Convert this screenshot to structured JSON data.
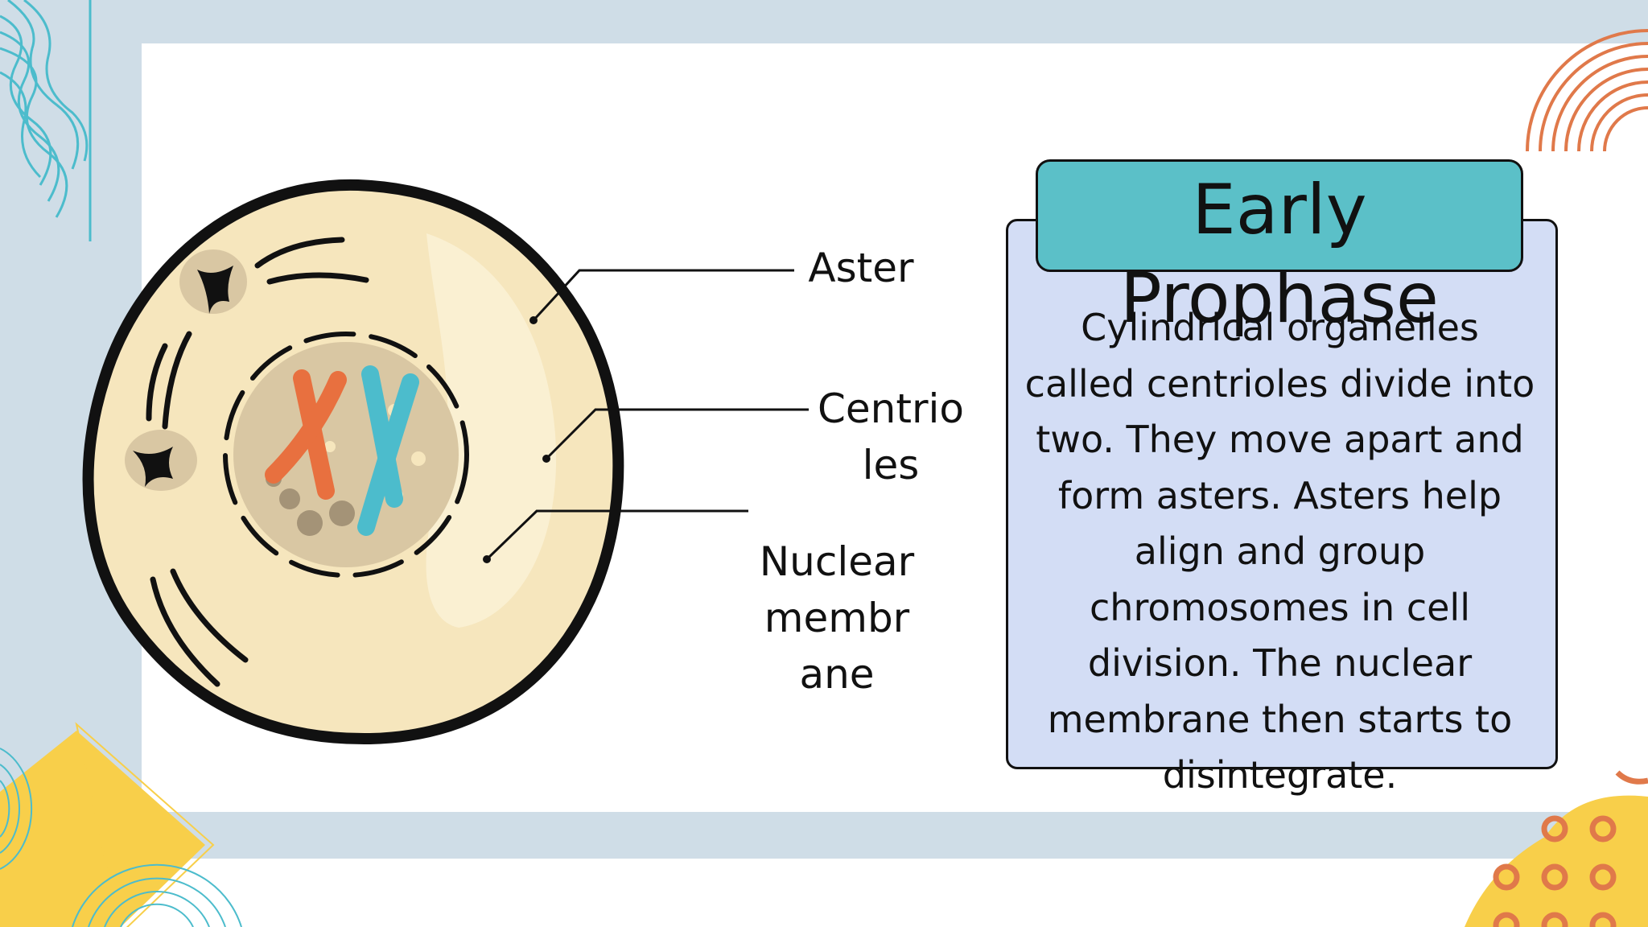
{
  "labels": {
    "aster": "Aster",
    "centrioles": "Centrioles",
    "nuclear_membrane": "Nuclear membrane"
  },
  "panel": {
    "title": "Early Prophase",
    "body": "Cylindrical organelles called centrioles divide into two. They move apart and form asters. Asters help align and group chromosomes in cell division. The nuclear membrane then starts to disintegrate."
  },
  "colors": {
    "frame": "#cfdde7",
    "cytoplasm": "#f6e6bd",
    "nucleus": "#d9c7a3",
    "chromosome_orange": "#e8703f",
    "chromosome_teal": "#4cbccc",
    "title_tab": "#5bc0c8",
    "info_box": "#d3ddf5",
    "accent_yellow": "#f8cf4a",
    "accent_orange": "#e0794a"
  }
}
